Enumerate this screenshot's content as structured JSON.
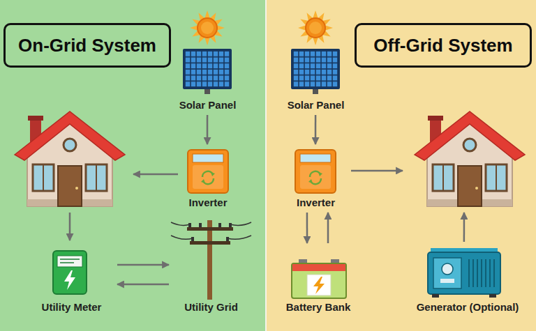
{
  "diagram": {
    "nodes": [
      {
        "text": [
          "On-Grid System"
        ]
      },
      {
        "text": [
          "Solar Panel"
        ]
      },
      {
        "text": []
      },
      {
        "text": [
          "Inverter"
        ]
      },
      {
        "text": [
          "Utility Meter"
        ]
      },
      {
        "text": [
          "Utility Grid"
        ]
      },
      {
        "text": [
          "Off-Grid System"
        ]
      },
      {
        "text": [
          "Solar Panel"
        ]
      },
      {
        "text": [
          "Inverter"
        ]
      },
      {
        "text": []
      },
      {
        "text": [
          "Battery Bank"
        ]
      },
      {
        "text": [
          "Generator (Optional)"
        ]
      }
    ],
    "edges": [
      {
        "from": 1,
        "to": 3,
        "arrow": "to"
      },
      {
        "from": 3,
        "to": 2,
        "arrow": "to"
      },
      {
        "from": 2,
        "to": 4,
        "arrow": "to"
      },
      {
        "from": 4,
        "to": 5,
        "arrow": "to"
      },
      {
        "from": 5,
        "to": 4,
        "arrow": "to"
      },
      {
        "from": 7,
        "to": 8,
        "arrow": "to"
      },
      {
        "from": 8,
        "to": 10,
        "arrow": "to"
      },
      {
        "from": 10,
        "to": 8,
        "arrow": "to"
      },
      {
        "from": 8,
        "to": 9,
        "arrow": "to"
      },
      {
        "from": 11,
        "to": 9,
        "arrow": "to"
      }
    ]
  }
}
